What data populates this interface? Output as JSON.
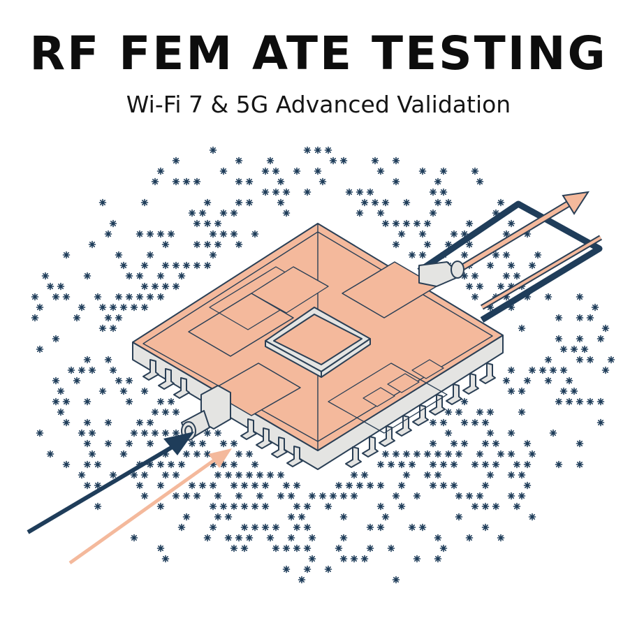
{
  "header": {
    "title": "RF FEM ATE TESTING",
    "subtitle": "Wi-Fi 7 & 5G Advanced Validation"
  },
  "illustration": {
    "subject": "rf-front-end-module-chip",
    "colors": {
      "navy": "#1f3d5a",
      "peach": "#f4b99c",
      "gray": "#e4e4e2",
      "outline": "#2a3f55"
    }
  }
}
